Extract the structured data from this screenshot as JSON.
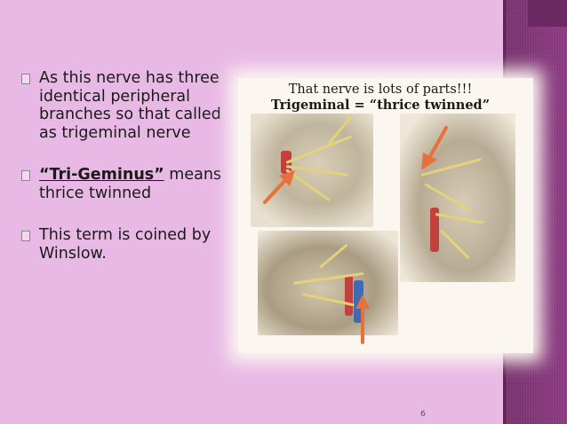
{
  "slide": {
    "bullets": [
      {
        "text": "As this nerve has three identical peripheral branches so that called as trigeminal nerve"
      },
      {
        "emphasis": "“Tri-Geminus”",
        "text": " means thrice twinned"
      },
      {
        "text": "This term is coined by Winslow."
      }
    ],
    "image": {
      "title_line1": "That nerve is lots of parts!!!",
      "title_line2": "Trigeminal = “thrice twinned”"
    },
    "page_number": "6"
  },
  "colors": {
    "background": "#e9b9e5",
    "stripe": "#8e3c84",
    "arrow": "#e8703a"
  }
}
